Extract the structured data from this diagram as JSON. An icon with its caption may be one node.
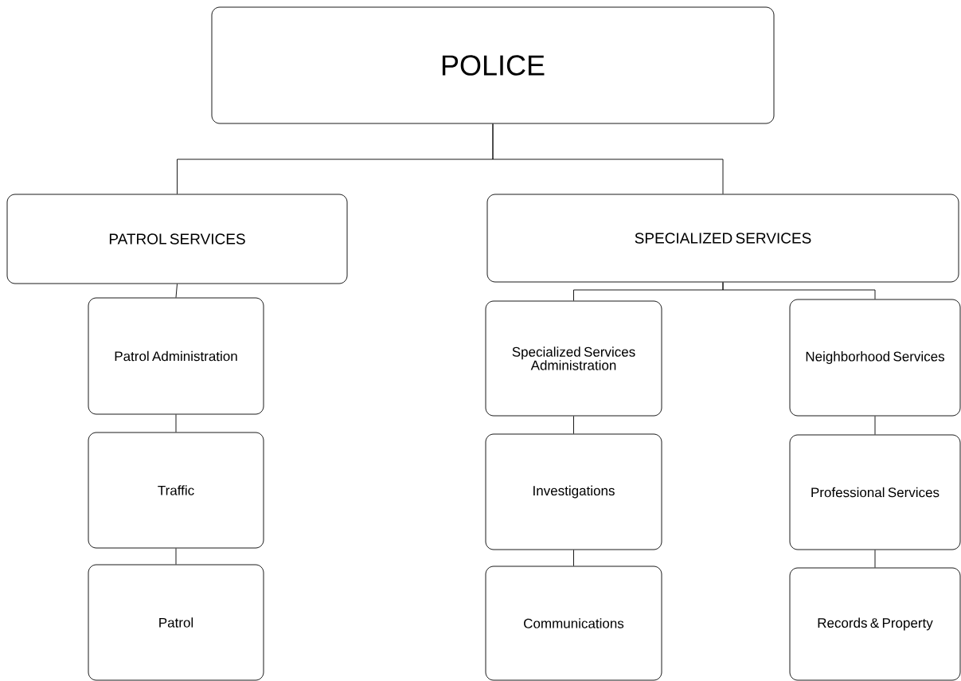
{
  "diagram": {
    "nodes": [
      {
        "text": [
          "POLICE"
        ]
      },
      {
        "text": [
          "PATROL SERVICES"
        ]
      },
      {
        "text": [
          "SPECIALIZED SERVICES"
        ]
      },
      {
        "text": [
          "Patrol Administration"
        ]
      },
      {
        "text": [
          "Traffic"
        ]
      },
      {
        "text": [
          "Patrol"
        ]
      },
      {
        "text": [
          "Specialized Services Administration"
        ]
      },
      {
        "text": [
          "Investigations"
        ]
      },
      {
        "text": [
          "Communications"
        ]
      },
      {
        "text": [
          "Neighborhood Services"
        ]
      },
      {
        "text": [
          "Professional Services"
        ]
      },
      {
        "text": [
          "Records & Property"
        ]
      }
    ],
    "edges": [
      {
        "from": 0,
        "to": 1,
        "arrow": "none"
      },
      {
        "from": 0,
        "to": 2,
        "arrow": "none"
      },
      {
        "from": 1,
        "to": 3,
        "arrow": "none"
      },
      {
        "from": 3,
        "to": 4,
        "arrow": "none"
      },
      {
        "from": 4,
        "to": 5,
        "arrow": "none"
      },
      {
        "from": 2,
        "to": 6,
        "arrow": "none"
      },
      {
        "from": 2,
        "to": 9,
        "arrow": "none"
      },
      {
        "from": 6,
        "to": 7,
        "arrow": "none"
      },
      {
        "from": 7,
        "to": 8,
        "arrow": "none"
      },
      {
        "from": 9,
        "to": 10,
        "arrow": "none"
      },
      {
        "from": 10,
        "to": 11,
        "arrow": "none"
      }
    ]
  }
}
